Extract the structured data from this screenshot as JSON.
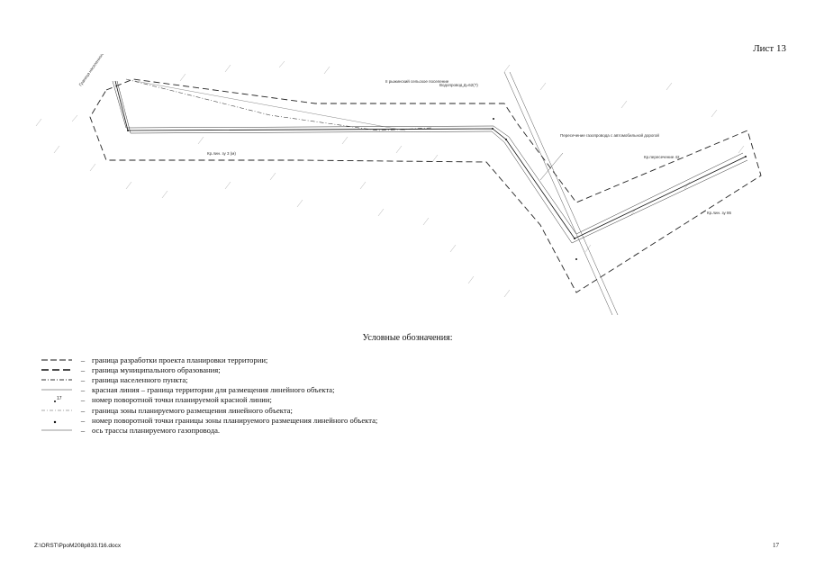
{
  "sheet_label": "Лист 13",
  "map": {
    "label_settlement": "II рыжинский сельское поселение",
    "label_top_tag": "Водопровод Д=62(?)",
    "label_callout": "Пересечение газопровода с автомобильной дорогой",
    "label_lower_right": "Кр.пересечение 42",
    "label_far_right": "Кр.лин. зу 86",
    "label_mid_left": "Кр.лин. зу 3 (м)",
    "label_left_top": "Граница населенного пункта"
  },
  "legend": {
    "title": "Условные обозначения:",
    "items": [
      {
        "symbol": "dash-long",
        "text": "граница разработки проекта планировки территории;"
      },
      {
        "symbol": "dash-long-bold",
        "text": "граница муниципального образования;"
      },
      {
        "symbol": "dash-dot",
        "text": "граница населенного пункта;"
      },
      {
        "symbol": "thin-solid",
        "text": "красная линия – граница территории для размещения линейного объекта;"
      },
      {
        "symbol": "point-number",
        "text": "номер поворотной точки планируемой красной линии;"
      },
      {
        "symbol": "dash-dot-thin",
        "text": "граница зоны планируемого размещения линейного объекта;"
      },
      {
        "symbol": "point-dot",
        "text": "номер поворотной точки границы зоны планируемого размещения линейного объекта;"
      },
      {
        "symbol": "axis-line",
        "text": "ось трассы планируемого газопровода."
      }
    ],
    "dash": "–",
    "point_number_label": "17"
  },
  "footer": {
    "path": "Z:\\ORST\\PpoM208p833.f16.docx",
    "page": "17"
  }
}
